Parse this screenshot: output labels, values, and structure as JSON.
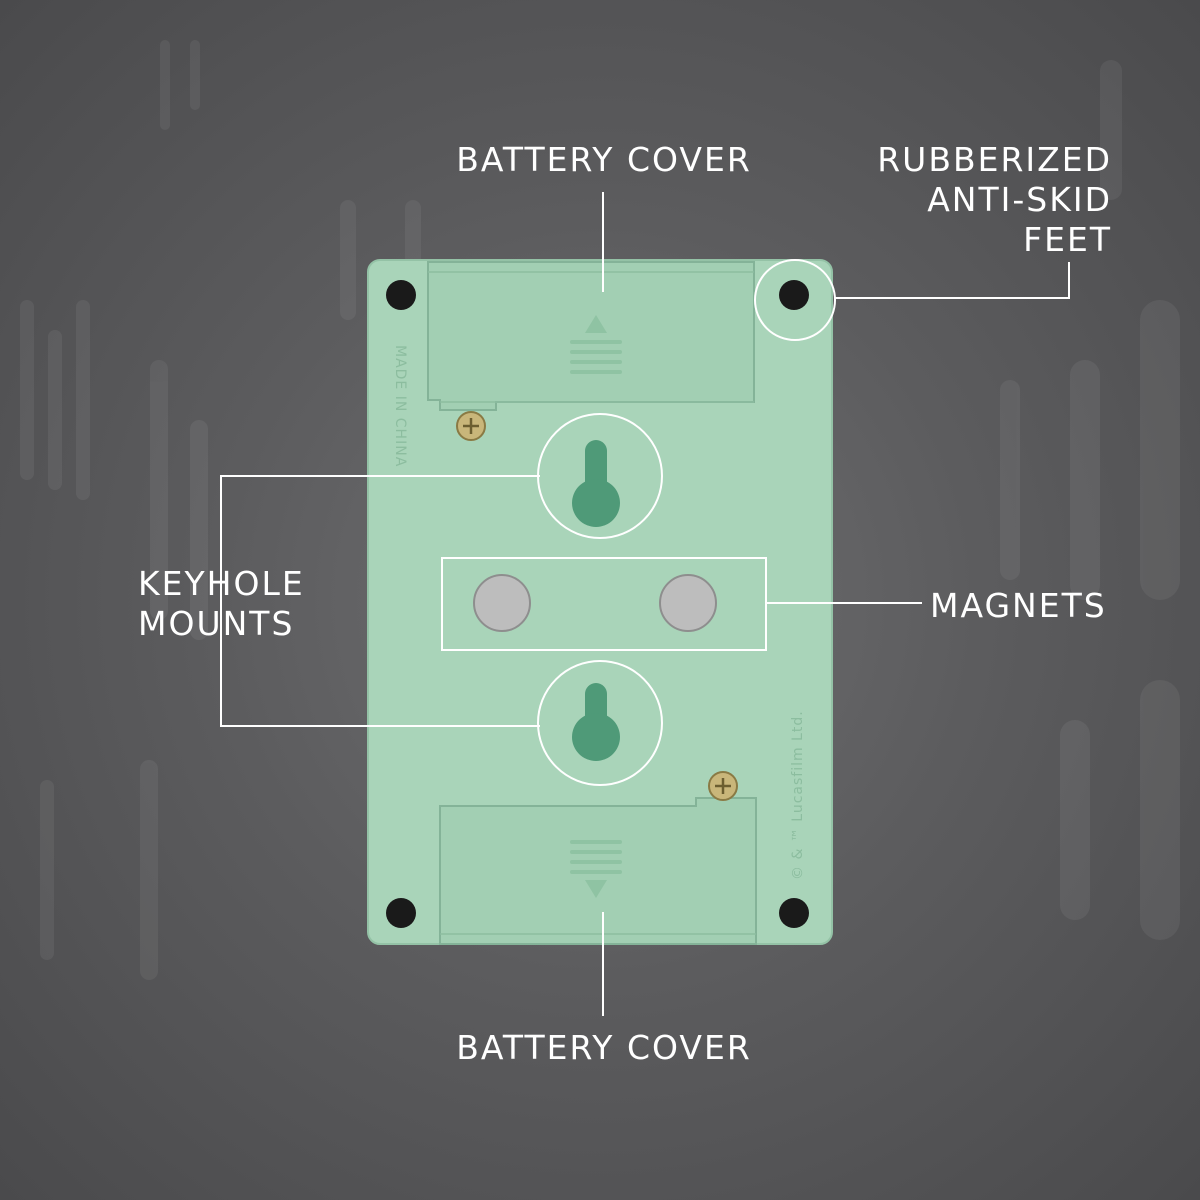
{
  "labels": {
    "battery_cover_top": "BATTERY COVER",
    "feet": "RUBBERIZED\nANTI-SKID\nFEET",
    "keyhole": "KEYHOLE\nMOUNTS",
    "magnets": "MAGNETS",
    "battery_cover_bottom": "BATTERY COVER"
  },
  "device": {
    "side_print_left": "MADE IN CHINA",
    "side_print_right": "© & ™ Lucasfilm Ltd."
  },
  "colors": {
    "device_body": "#a9d4b9",
    "keyhole": "#4f9a78",
    "foot": "#1a1a1a",
    "magnet": "#bdbdbd",
    "callout_line": "#ffffff"
  },
  "icons": [
    "arrow-up-icon",
    "arrow-down-icon",
    "screw-icon"
  ]
}
